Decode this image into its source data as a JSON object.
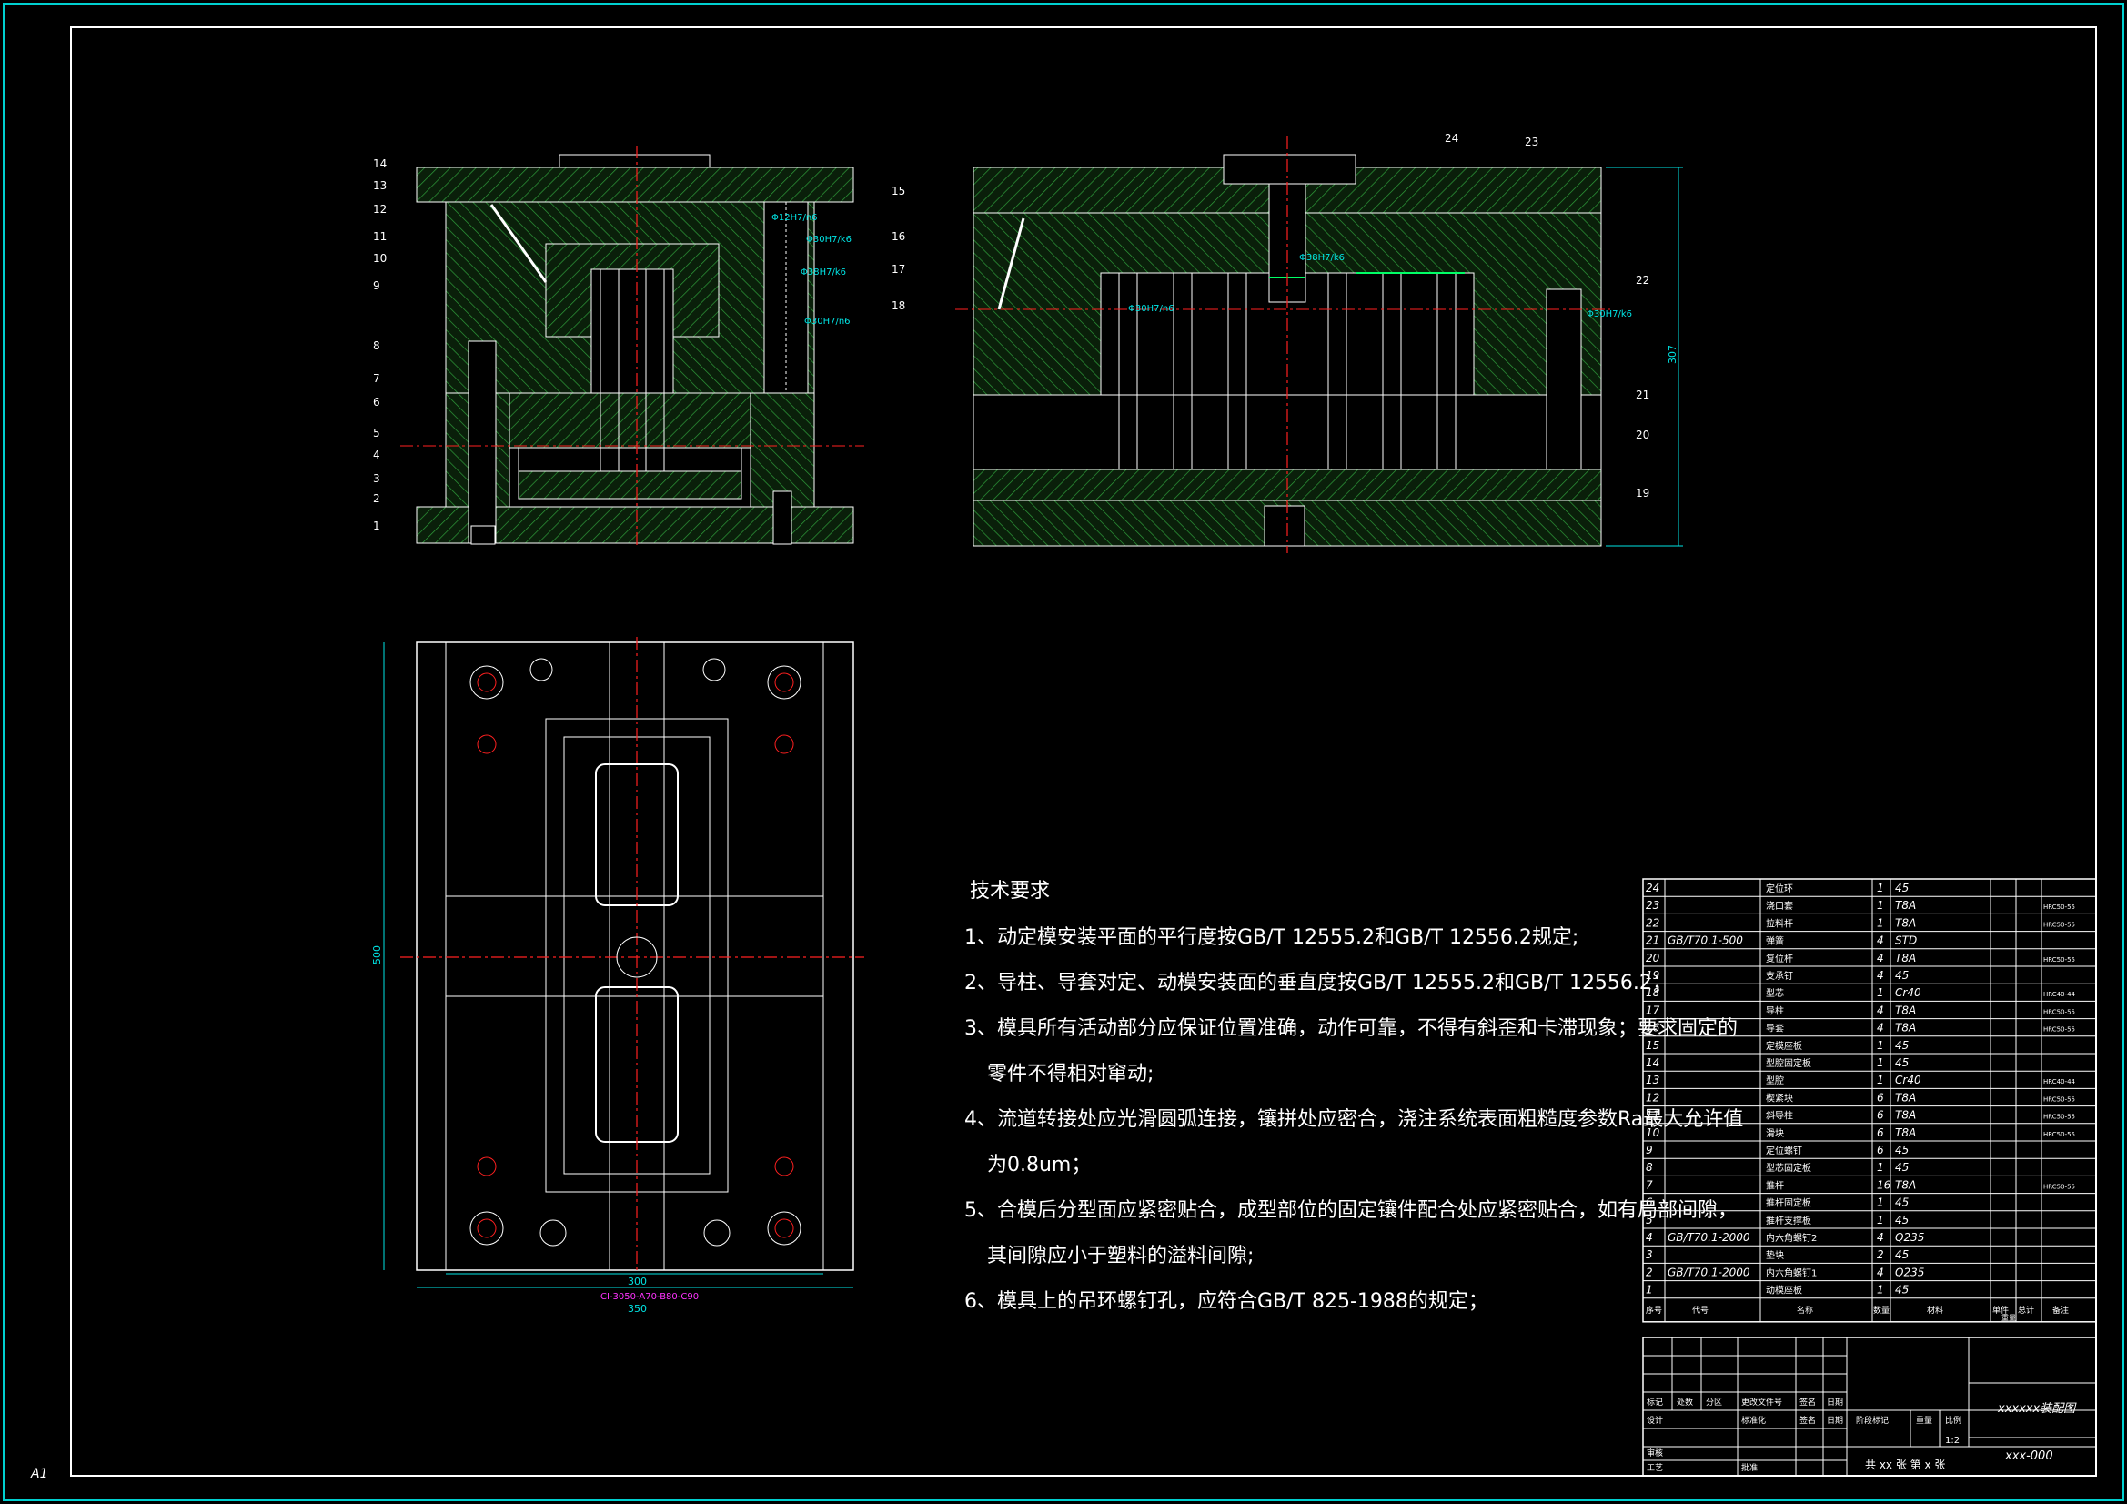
{
  "sheet": {
    "size_label": "A1"
  },
  "colors": {
    "bg": "#000000",
    "frame": "#00d0d0",
    "hatch": "#2e7d32",
    "line": "#ffffff",
    "center": "#ff2020",
    "dim": "#00e5e5",
    "accent": "#ff33ff"
  },
  "tech_requirements": {
    "title": "技术要求",
    "items": [
      "1、动定模安装平面的平行度按GB/T 12555.2和GB/T 12556.2规定;",
      "2、导柱、导套对定、动模安装面的垂直度按GB/T 12555.2和GB/T 12556.2；",
      "3、模具所有活动部分应保证位置准确，动作可靠，不得有斜歪和卡滞现象；要求固定的",
      "零件不得相对窜动;",
      "4、流道转接处应光滑圆弧连接，镶拼处应密合，浇注系统表面粗糙度参数Ra最大允许值",
      "为0.8um；",
      "5、合模后分型面应紧密贴合，成型部位的固定镶件配合处应紧密贴合，如有局部间隙，",
      "其间隙应小于塑料的溢料间隙;",
      "6、模具上的吊环螺钉孔，应符合GB/T 825-1988的规定；"
    ]
  },
  "bom": [
    {
      "no": "24",
      "code": "",
      "name": "定位环",
      "qty": "1",
      "mat": "45",
      "note": ""
    },
    {
      "no": "23",
      "code": "",
      "name": "浇口套",
      "qty": "1",
      "mat": "T8A",
      "note": "HRC50-55"
    },
    {
      "no": "22",
      "code": "",
      "name": "拉料杆",
      "qty": "1",
      "mat": "T8A",
      "note": "HRC50-55"
    },
    {
      "no": "21",
      "code": "GB/T70.1-500",
      "name": "弹簧",
      "qty": "4",
      "mat": "STD",
      "note": ""
    },
    {
      "no": "20",
      "code": "",
      "name": "复位杆",
      "qty": "4",
      "mat": "T8A",
      "note": "HRC50-55"
    },
    {
      "no": "19",
      "code": "",
      "name": "支承钉",
      "qty": "4",
      "mat": "45",
      "note": ""
    },
    {
      "no": "18",
      "code": "",
      "name": "型芯",
      "qty": "1",
      "mat": "Cr40",
      "note": "HRC40-44"
    },
    {
      "no": "17",
      "code": "",
      "name": "导柱",
      "qty": "4",
      "mat": "T8A",
      "note": "HRC50-55"
    },
    {
      "no": "16",
      "code": "",
      "name": "导套",
      "qty": "4",
      "mat": "T8A",
      "note": "HRC50-55"
    },
    {
      "no": "15",
      "code": "",
      "name": "定模座板",
      "qty": "1",
      "mat": "45",
      "note": ""
    },
    {
      "no": "14",
      "code": "",
      "name": "型腔固定板",
      "qty": "1",
      "mat": "45",
      "note": ""
    },
    {
      "no": "13",
      "code": "",
      "name": "型腔",
      "qty": "1",
      "mat": "Cr40",
      "note": "HRC40-44"
    },
    {
      "no": "12",
      "code": "",
      "name": "楔紧块",
      "qty": "6",
      "mat": "T8A",
      "note": "HRC50-55"
    },
    {
      "no": "11",
      "code": "",
      "name": "斜导柱",
      "qty": "6",
      "mat": "T8A",
      "note": "HRC50-55"
    },
    {
      "no": "10",
      "code": "",
      "name": "滑块",
      "qty": "6",
      "mat": "T8A",
      "note": "HRC50-55"
    },
    {
      "no": "9",
      "code": "",
      "name": "定位螺钉",
      "qty": "6",
      "mat": "45",
      "note": ""
    },
    {
      "no": "8",
      "code": "",
      "name": "型芯固定板",
      "qty": "1",
      "mat": "45",
      "note": ""
    },
    {
      "no": "7",
      "code": "",
      "name": "推杆",
      "qty": "16",
      "mat": "T8A",
      "note": "HRC50-55"
    },
    {
      "no": "6",
      "code": "",
      "name": "推杆固定板",
      "qty": "1",
      "mat": "45",
      "note": ""
    },
    {
      "no": "5",
      "code": "",
      "name": "推杆支撑板",
      "qty": "1",
      "mat": "45",
      "note": ""
    },
    {
      "no": "4",
      "code": "GB/T70.1-2000",
      "name": "内六角螺钉2",
      "qty": "4",
      "mat": "Q235",
      "note": ""
    },
    {
      "no": "3",
      "code": "",
      "name": "垫块",
      "qty": "2",
      "mat": "45",
      "note": ""
    },
    {
      "no": "2",
      "code": "GB/T70.1-2000",
      "name": "内六角螺钉1",
      "qty": "4",
      "mat": "Q235",
      "note": ""
    },
    {
      "no": "1",
      "code": "",
      "name": "动模座板",
      "qty": "1",
      "mat": "45",
      "note": ""
    }
  ],
  "bom_header": {
    "no": "序号",
    "code": "代号",
    "name": "名称",
    "qty": "数量",
    "mat": "材料",
    "single": "单件",
    "total": "总计",
    "weight": "重量",
    "note": "备注"
  },
  "title_block": {
    "drawing_title": "xxxxxx装配图",
    "drawing_no": "xxx-000",
    "scale": "1:2",
    "sheets": "共 xx 张  第 x 张",
    "labels": {
      "mark": "标记",
      "count": "处数",
      "zone": "分区",
      "change_doc": "更改文件号",
      "sign": "签名",
      "date": "日期",
      "design": "设计",
      "standard": "标准化",
      "review": "审核",
      "process": "工艺",
      "approve": "批准",
      "stage": "阶段标记",
      "weight": "重量",
      "scale": "比例"
    }
  },
  "views": {
    "front_labels": [
      "14",
      "13",
      "12",
      "11",
      "10",
      "9",
      "8",
      "7",
      "6",
      "5",
      "4",
      "3",
      "2",
      "1"
    ],
    "front_right_labels": [
      "15",
      "16",
      "17",
      "18"
    ],
    "side_labels": [
      "24",
      "23",
      "22",
      "21",
      "20",
      "19"
    ],
    "fits": [
      "Φ12H7/n6",
      "Φ30H7/k6",
      "Φ38H7/k6",
      "Φ30H7/n6",
      "Φ38H7/k6",
      "Φ30H7/n6",
      "Φ30H7/k6"
    ],
    "dims": {
      "height": "307",
      "width_outer": "350",
      "width_inner": "300",
      "length": "500",
      "mold_code": "CI-3050-A70-B80-C90"
    }
  }
}
